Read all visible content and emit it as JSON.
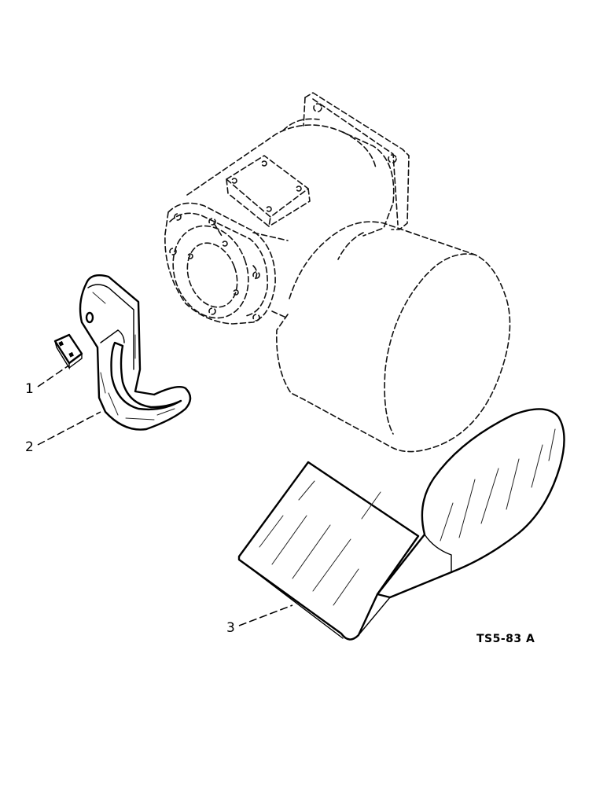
{
  "callouts": [
    {
      "number": "1"
    },
    {
      "number": "2"
    },
    {
      "number": "3"
    }
  ],
  "figure_reference": "TS5-83 A"
}
